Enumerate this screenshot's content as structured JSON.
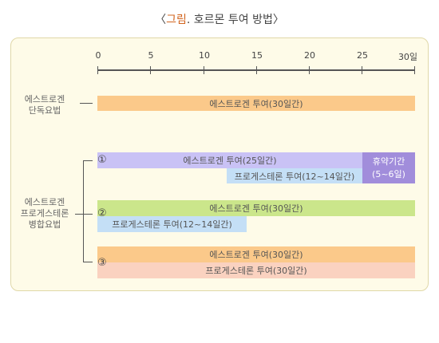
{
  "title": {
    "prefix": "〈",
    "accent": "그림",
    "rest": ". 호르몬 투여 방법〉"
  },
  "axis": {
    "ticks": [
      "0",
      "5",
      "10",
      "15",
      "20",
      "25",
      "30일"
    ]
  },
  "groups": {
    "single": {
      "label_line1": "에스트로겐",
      "label_line2": "단독요법"
    },
    "combined": {
      "label_line1": "에스트로겐",
      "label_line2": "프로게스테론",
      "label_line3": "병합요법"
    }
  },
  "bars": {
    "single_estrogen": "에스트로겐 투여(30일간)",
    "c1_estrogen": "에스트로겐 투여(25일간)",
    "c1_rest_line1": "휴약기간",
    "c1_rest_line2": "(5~6일)",
    "c1_progesterone": "프로게스테론 투여(12~14일간)",
    "c2_estrogen": "에스트로겐 투여(30일간)",
    "c2_progesterone": "프로게스테론 투여(12~14일간)",
    "c3_estrogen": "에스트로겐 투여(30일간)",
    "c3_progesterone": "프로게스테론 투여(30일간)"
  },
  "markers": [
    "①",
    "②",
    "③"
  ],
  "colors": {
    "estrogen_orange": "#fbc98a",
    "estrogen_purple": "#c9c2f5",
    "rest_purple": "#a18ddb",
    "progesterone_blue": "#c4dff6",
    "estrogen_green": "#cbe68b",
    "progesterone_pink": "#fad2c0",
    "accent": "#d2641e"
  }
}
